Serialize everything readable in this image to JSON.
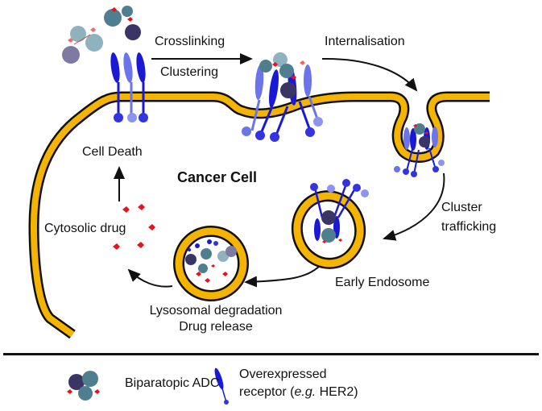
{
  "diagram": {
    "title": "Cancer Cell",
    "colors": {
      "membrane_fill": "#f5b400",
      "membrane_stroke": "#111111",
      "receptor_dark": "#1a1ad6",
      "receptor_light": "#6b74e8",
      "drug_red": "#e8121c",
      "adc_dark": "#3b3566",
      "adc_teal": "#4f7f8e",
      "adc_light": "#8fb3be"
    },
    "steps": {
      "crosslinking": "Crosslinking",
      "clustering": "Clustering",
      "internalisation": "Internalisation",
      "cluster_trafficking_line1": "Cluster",
      "cluster_trafficking_line2": "trafficking",
      "early_endosome": "Early Endosome",
      "lysosomal_degradation": "Lysosomal degradation",
      "drug_release": "Drug release",
      "cytosolic_drug": "Cytosolic drug",
      "cell_death": "Cell Death"
    },
    "legend": {
      "adc_label": "Biparatopic ADC",
      "receptor_line1": "Overexpressed",
      "receptor_line2_prefix": "receptor (",
      "receptor_line2_italic": "e.g.",
      "receptor_line2_suffix": " HER2)"
    }
  }
}
